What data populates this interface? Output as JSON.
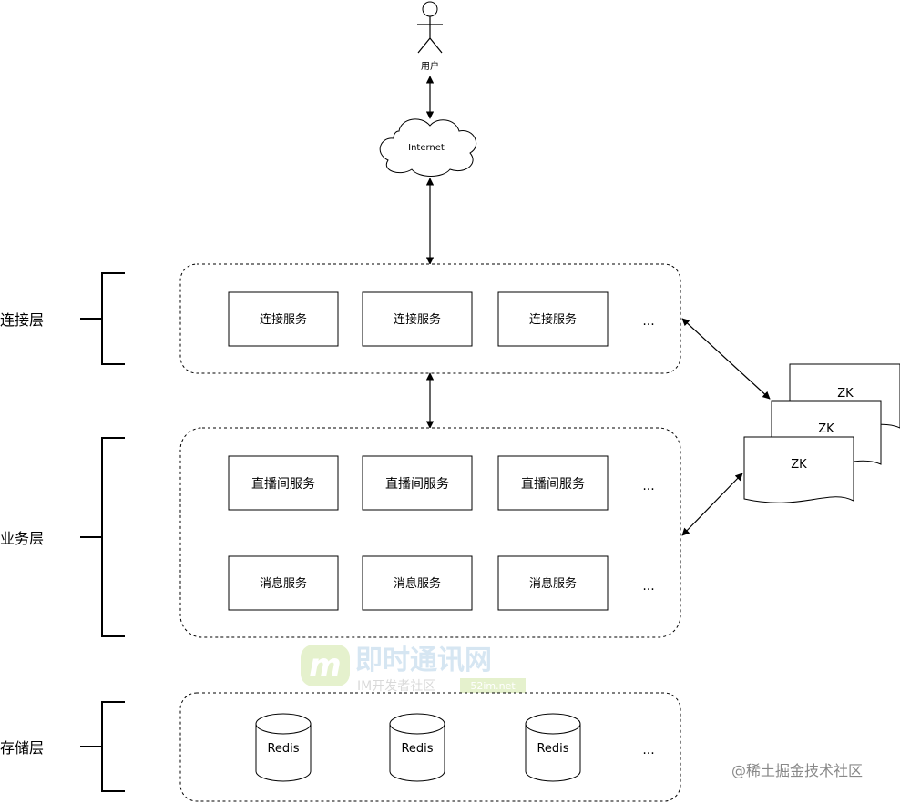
{
  "user": {
    "label": "用户"
  },
  "cloud": {
    "label": "Internet"
  },
  "layers": {
    "connection": {
      "label": "连接层"
    },
    "business": {
      "label": "业务层"
    },
    "storage": {
      "label": "存储层"
    }
  },
  "connection_services": [
    "连接服务",
    "连接服务",
    "连接服务"
  ],
  "live_services": [
    "直播间服务",
    "直播间服务",
    "直播间服务"
  ],
  "message_services": [
    "消息服务",
    "消息服务",
    "消息服务"
  ],
  "redis": [
    "Redis",
    "Redis",
    "Redis"
  ],
  "ellipsis": "...",
  "zk": [
    "ZK",
    "ZK",
    "ZK"
  ],
  "watermark": {
    "logo": "m",
    "title": "即时通讯网",
    "subtitle": "IM开发者社区",
    "tag": "52im.net"
  },
  "credit": "@稀土掘金技术社区"
}
